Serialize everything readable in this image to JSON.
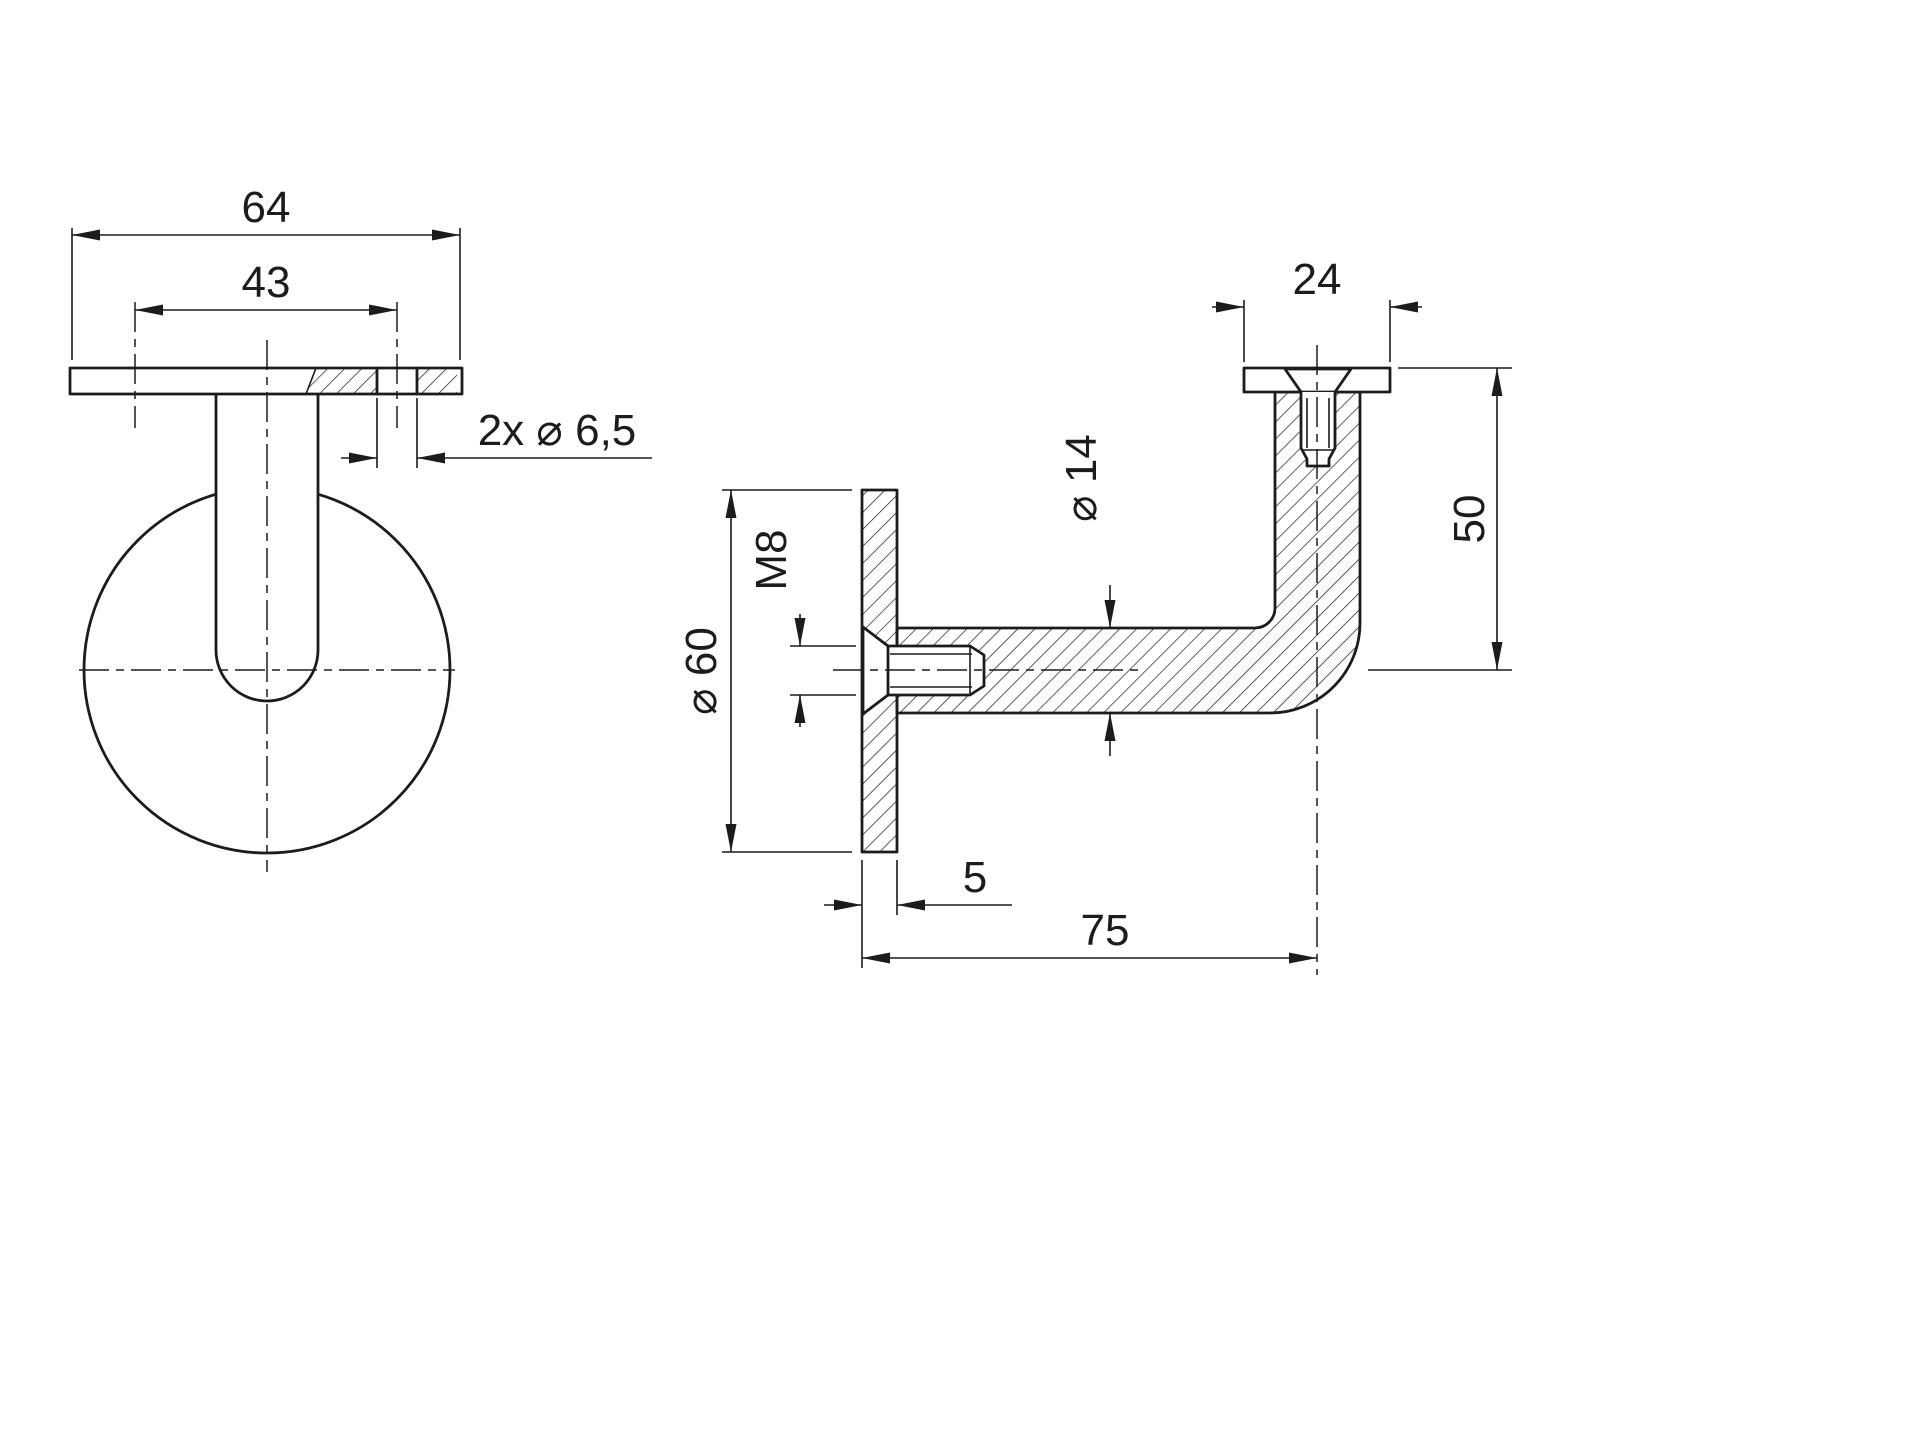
{
  "drawing": {
    "background": "#ffffff",
    "line_color": "#1c1c1c",
    "dimensions": {
      "plate_width": "64",
      "hole_spacing": "43",
      "hole_callout": "2x ⌀ 6,5",
      "saddle_depth": "24",
      "drop_height": "50",
      "wall_disc_diameter": "⌀ 60",
      "thread_size": "M8",
      "arm_diameter": "⌀ 14",
      "wall_disc_thickness": "5",
      "wall_projection": "75"
    }
  }
}
